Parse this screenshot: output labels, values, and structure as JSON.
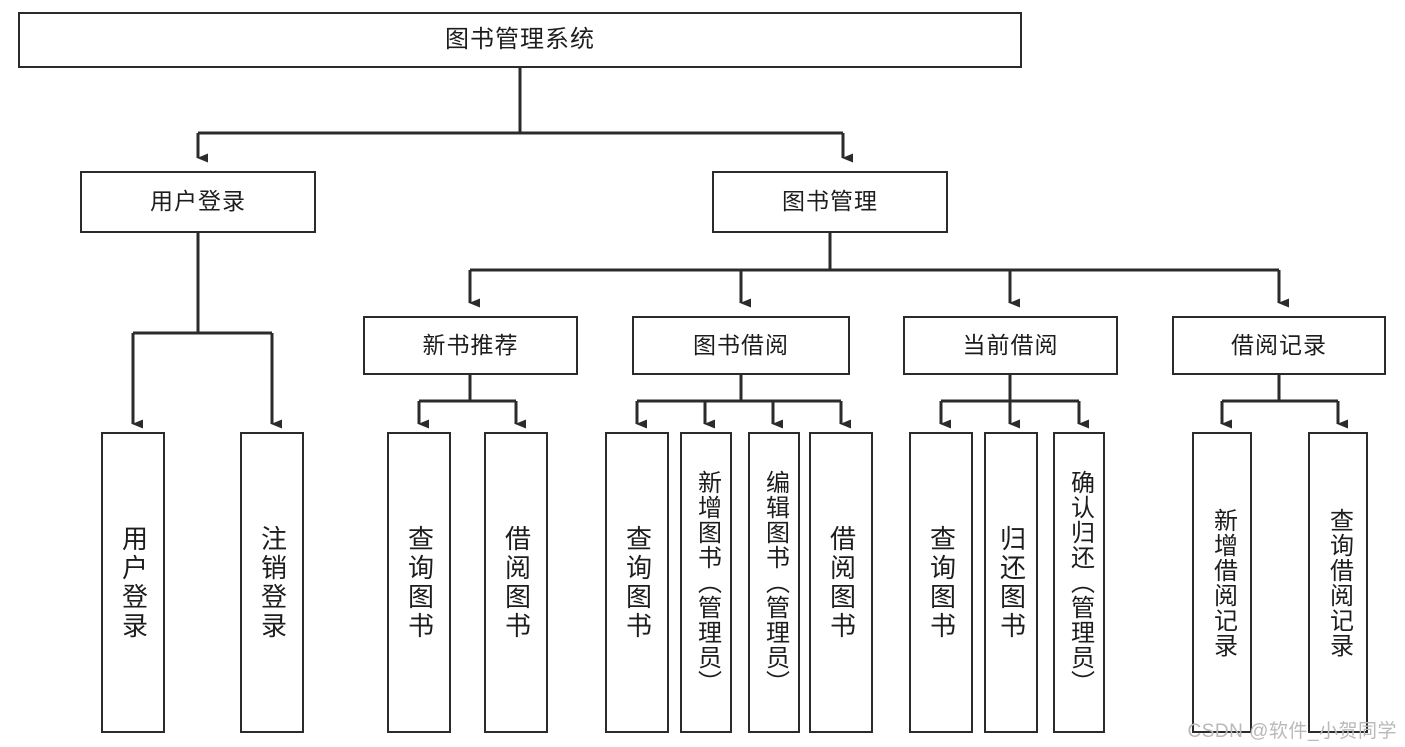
{
  "diagram": {
    "title": "图书管理系统",
    "type": "tree-hierarchy-chart",
    "colors": {
      "box_border": "#2b2b2b",
      "box_fill": "#ffffff",
      "connector": "#2b2b2b",
      "text": "#1d1d1d",
      "watermark": "#b9b9b9",
      "background": "#ffffff"
    },
    "root": {
      "label": "图书管理系统",
      "id": "root-system"
    },
    "level2": [
      {
        "id": "user-login",
        "label": "用户登录"
      },
      {
        "id": "book-management",
        "label": "图书管理"
      }
    ],
    "level3": [
      {
        "id": "new-book-recommend",
        "label": "新书推荐",
        "parent": "book-management"
      },
      {
        "id": "book-borrow",
        "label": "图书借阅",
        "parent": "book-management"
      },
      {
        "id": "current-borrow",
        "label": "当前借阅",
        "parent": "book-management"
      },
      {
        "id": "borrow-record",
        "label": "借阅记录",
        "parent": "book-management"
      }
    ],
    "leaves": [
      {
        "id": "leaf-user-login",
        "label": "用户登录",
        "parent": "user-login"
      },
      {
        "id": "leaf-logout-login",
        "label": "注销登录",
        "parent": "user-login"
      },
      {
        "id": "leaf-query-book-1",
        "label": "查询图书",
        "parent": "new-book-recommend"
      },
      {
        "id": "leaf-borrow-book-1",
        "label": "借阅图书",
        "parent": "new-book-recommend"
      },
      {
        "id": "leaf-query-book-2",
        "label": "查询图书",
        "parent": "book-borrow"
      },
      {
        "id": "leaf-add-book-admin",
        "label": "新增图书（管理员）",
        "parent": "book-borrow"
      },
      {
        "id": "leaf-edit-book-admin",
        "label": "编辑图书（管理员）",
        "parent": "book-borrow"
      },
      {
        "id": "leaf-borrow-book-2",
        "label": "借阅图书",
        "parent": "book-borrow"
      },
      {
        "id": "leaf-query-book-3",
        "label": "查询图书",
        "parent": "current-borrow"
      },
      {
        "id": "leaf-return-book",
        "label": "归还图书",
        "parent": "current-borrow"
      },
      {
        "id": "leaf-confirm-return-admin",
        "label": "确认归还（管理员）",
        "parent": "current-borrow"
      },
      {
        "id": "leaf-add-borrow-record",
        "label": "新增借阅记录",
        "parent": "borrow-record"
      },
      {
        "id": "leaf-query-borrow-record",
        "label": "查询借阅记录",
        "parent": "borrow-record"
      }
    ]
  },
  "watermark": {
    "text": "CSDN @软件_小贺同学"
  }
}
